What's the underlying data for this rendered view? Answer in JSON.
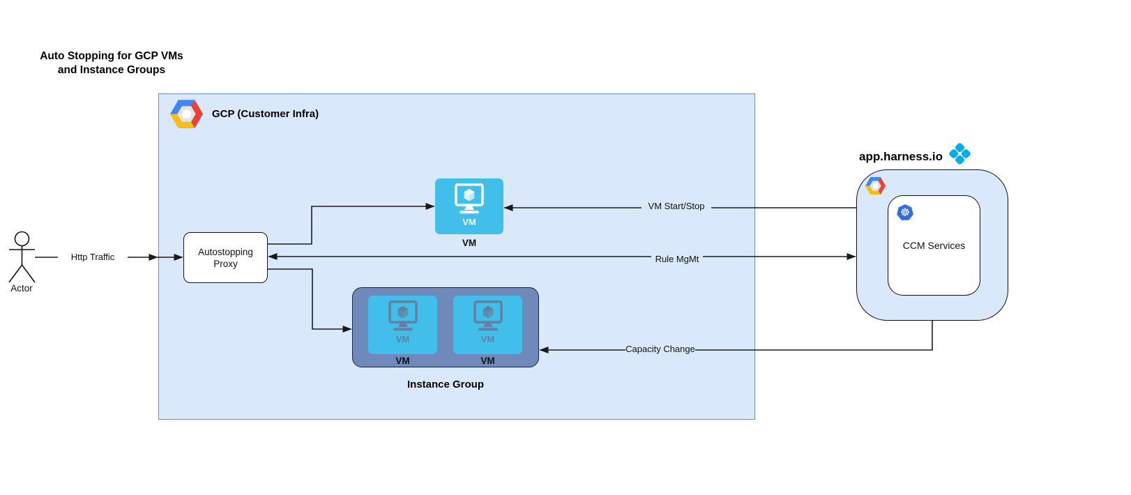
{
  "title": {
    "line1": "Auto Stopping for GCP VMs",
    "line2": "and Instance Groups"
  },
  "actor": {
    "label": "Actor"
  },
  "gcp_container": {
    "label": "GCP (Customer Infra)"
  },
  "proxy": {
    "line1": "Autostopping",
    "line2": "Proxy"
  },
  "vm_node": {
    "icon_text": "VM",
    "caption": "VM"
  },
  "instance_group": {
    "caption": "Instance Group",
    "tiles": [
      {
        "icon_text": "VM",
        "caption": "VM"
      },
      {
        "icon_text": "VM",
        "caption": "VM"
      }
    ]
  },
  "harness": {
    "domain": "app.harness.io",
    "ccm_label": "CCM Services"
  },
  "edge_labels": {
    "http_traffic": "Http Traffic",
    "vm_start_stop": "VM Start/Stop",
    "rule_mgmt": "Rule MgMt",
    "capacity_change": "Capacity Change"
  },
  "icons": {
    "gcp_logo": "gcp-hexagon-logo",
    "harness_logo": "harness-four-diamond-logo",
    "kubernetes": "☸",
    "vm_monitor": "monitor-with-cube",
    "actor": "stick-figure"
  },
  "colors": {
    "gcp_container_fill": "#dae8fc",
    "gcp_container_border": "#6c8ebf",
    "instance_group_fill": "#6e89ba",
    "vm_tile_blue": "#41bfea",
    "harness_blue": "#00ade4",
    "kubernetes_blue": "#326ce5",
    "gcp_blue": "#4285f4",
    "gcp_red": "#ea4335",
    "gcp_yellow": "#f9bc15",
    "edge_color": "#1a1a1a"
  }
}
